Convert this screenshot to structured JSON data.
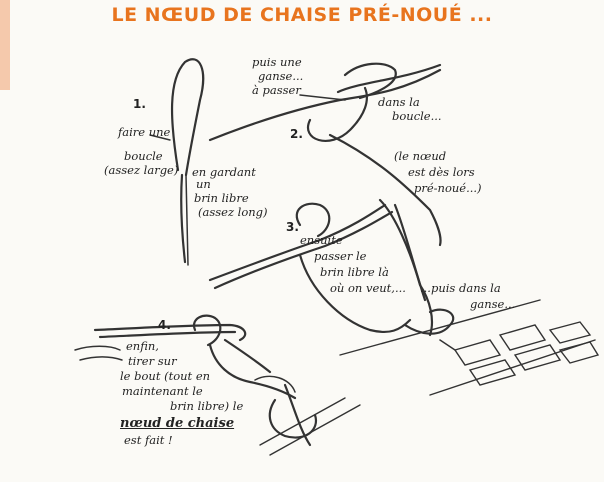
{
  "title": "LE NŒUD DE CHAISE PRÉ-NOUÉ ...",
  "steps": {
    "s1": "1.",
    "s2": "2.",
    "s3": "3.",
    "s4": "4."
  },
  "labels": {
    "faire_une": "faire une",
    "boucle": "boucle",
    "assez_large": "(assez large)",
    "en_gardant": "en gardant",
    "un": "un",
    "brin_libre": "brin libre",
    "assez_long": "(assez long)",
    "puis_une": "puis une",
    "ganse": "ganse...",
    "a_passer": "à passer",
    "dans_la": "dans la",
    "boucle2": "boucle...",
    "le_noeud": "(le nœud",
    "est_des_lors": "est dès lors",
    "pre_noue": "pré-noué...)",
    "ensuite": "ensuite",
    "passer_le": "passer le",
    "brin_libre2": "brin libre là",
    "ou_on_veut": "où on veut,...",
    "puis_dans_la": "...puis dans la",
    "ganse2": "ganse...",
    "enfin": "enfin,",
    "tirer_sur": "tirer sur",
    "le_bout": "le bout (tout en",
    "maintenant_le": "maintenant le",
    "brin_libre3": "brin libre) le",
    "noeud_de_chaise": "nœud de chaise",
    "est_fait": "est fait !"
  },
  "colors": {
    "title": "#e8741e",
    "ink": "#222222"
  }
}
